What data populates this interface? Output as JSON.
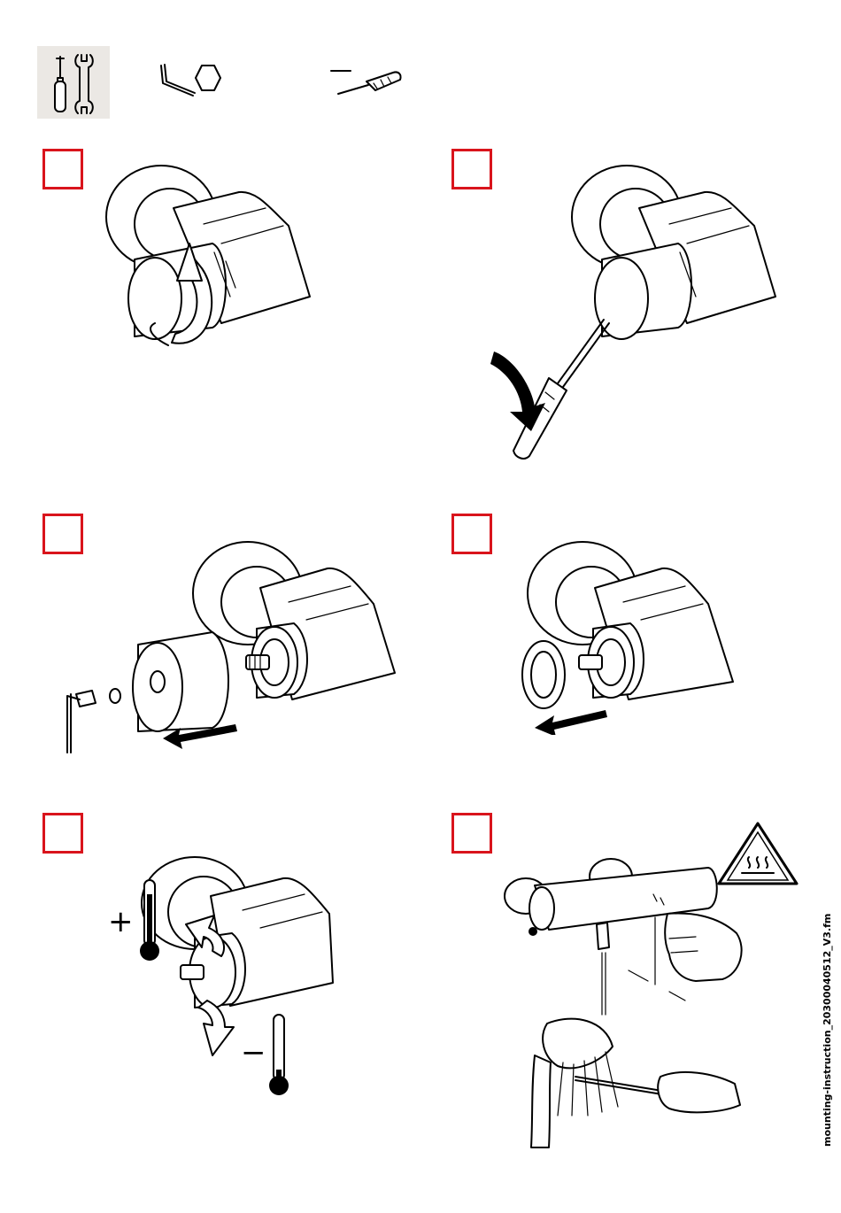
{
  "tools": {
    "tools_icon": "screwdriver-wrench-icon",
    "hex_key_icon": "hex-key-icon",
    "slotted_screwdriver_icon": "slotted-screwdriver-icon",
    "background": "#ebe8e4"
  },
  "step_box_color": "#d9141c",
  "steps": [
    {
      "id": 1,
      "icon": "rotate-handle-icon"
    },
    {
      "id": 2,
      "icon": "pry-cap-screwdriver-icon"
    },
    {
      "id": 3,
      "icon": "remove-handle-hex-key-icon"
    },
    {
      "id": 4,
      "icon": "remove-stop-ring-icon"
    },
    {
      "id": 5,
      "icon": "adjust-temperature-icon"
    },
    {
      "id": 6,
      "icon": "measure-temperature-icon"
    }
  ],
  "temperature": {
    "plus_label": "+",
    "minus_label": "−"
  },
  "warning": {
    "icon": "hot-surface-warning-icon"
  },
  "footer": {
    "file_name": "mounting-instruction_20300040512_V3.fm"
  }
}
